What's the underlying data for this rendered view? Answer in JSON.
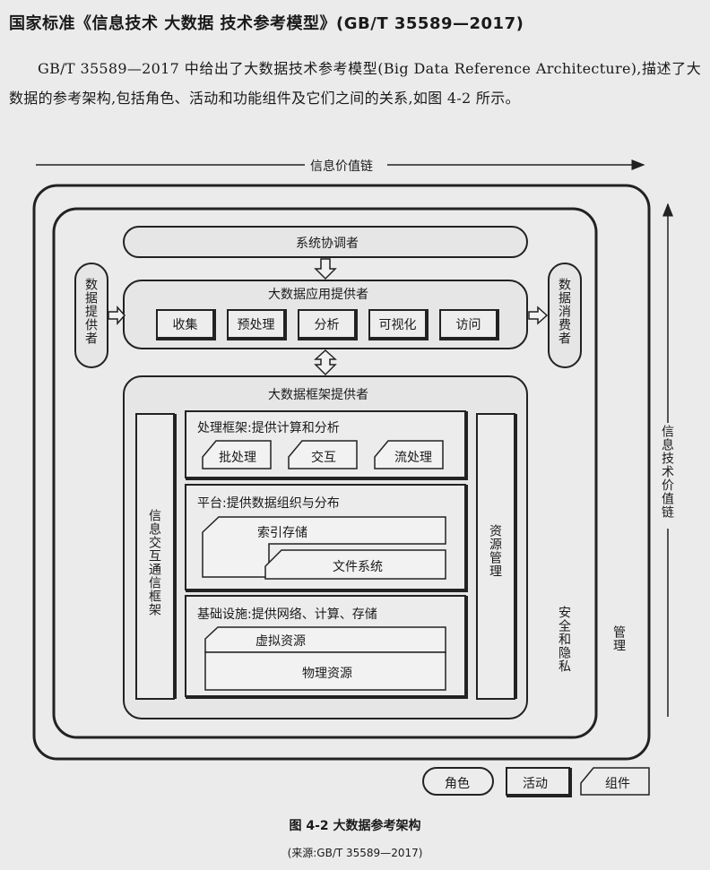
{
  "heading": "国家标准《信息技术 大数据 技术参考模型》(GB/T 35589—2017)",
  "paragraph": "GB/T 35589—2017 中给出了大数据技术参考模型(Big Data Reference Architecture),描述了大数据的参考架构,包括角色、活动和功能组件及它们之间的关系,如图 4-2 所示。",
  "diagram": {
    "info_value_chain_h": "信息价值链",
    "it_value_chain_v": "信息技术价值链",
    "system_coordinator": "系统协调者",
    "data_provider": "数据提供者",
    "data_consumer": "数据消费者",
    "app_provider": {
      "title": "大数据应用提供者",
      "activities": [
        "收集",
        "预处理",
        "分析",
        "可视化",
        "访问"
      ]
    },
    "framework_provider": {
      "title": "大数据框架提供者",
      "messaging": "信息交互通信框架",
      "resource_mgmt": "资源管理",
      "processing": {
        "title": "处理框架:提供计算和分析",
        "items": [
          "批处理",
          "交互",
          "流处理"
        ]
      },
      "platform": {
        "title": "平台:提供数据组织与分布",
        "items": [
          "索引存储",
          "文件系统"
        ]
      },
      "infrastructure": {
        "title": "基础设施:提供网络、计算、存储",
        "items": [
          "虚拟资源",
          "物理资源"
        ]
      }
    },
    "security_privacy": "安全和隐私",
    "management": "管理",
    "legend": {
      "role": "角色",
      "activity": "活动",
      "component": "组件"
    }
  },
  "caption": "图 4-2 大数据参考架构",
  "source": "(来源:GB/T 35589—2017)"
}
